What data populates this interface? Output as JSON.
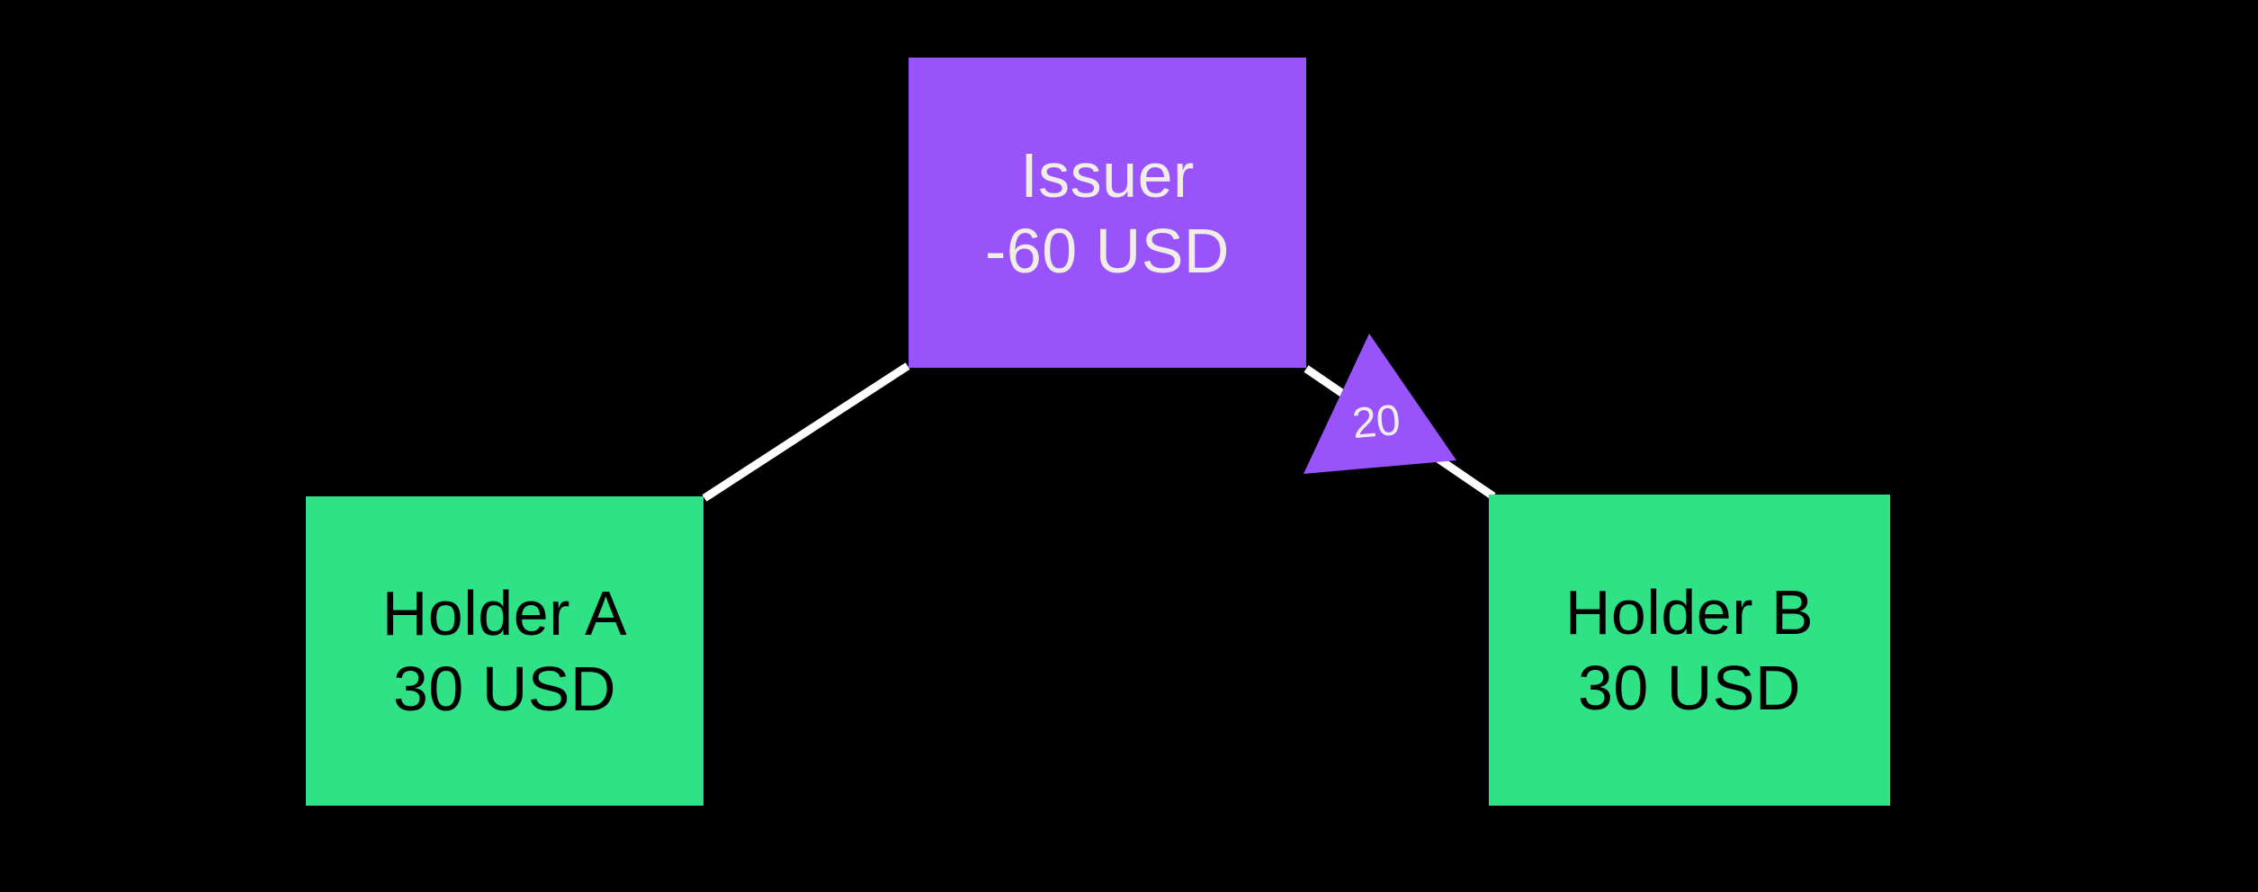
{
  "diagram": {
    "title": "",
    "nodes": {
      "issuer": {
        "name": "Issuer",
        "amount": "-60 USD"
      },
      "holder_a": {
        "name": "Holder A",
        "amount": "30 USD"
      },
      "holder_b": {
        "name": "Holder B",
        "amount": "30 USD"
      }
    },
    "edges": {
      "holder_a_to_issuer": {
        "from": "Holder A",
        "to": "Issuer"
      },
      "issuer_to_holder_b": {
        "from": "Issuer",
        "to": "Holder B",
        "label": "20"
      }
    }
  },
  "colors": {
    "background": "#000000",
    "issuer_fill": "#9953fa",
    "holder_fill": "#2ee285",
    "triangle_fill": "#9953fa",
    "edge_line": "#ffffff",
    "label_light": "#f1eeea",
    "label_dark": "#000000"
  }
}
